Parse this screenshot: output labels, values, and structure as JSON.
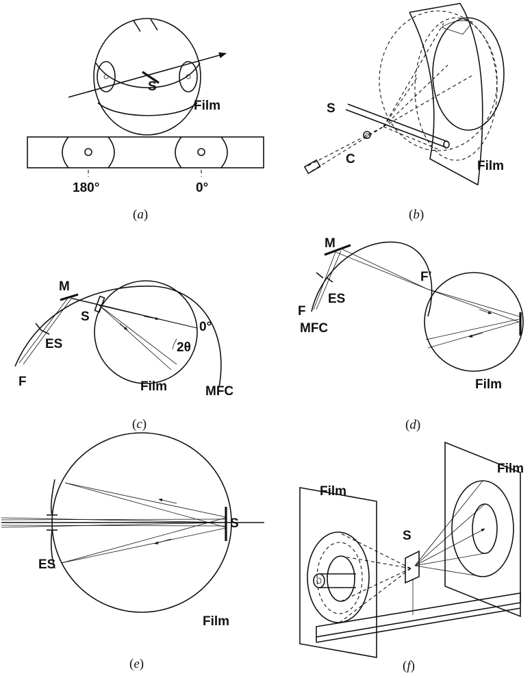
{
  "panels": {
    "a": {
      "caption_open": "(",
      "caption_letter": "a",
      "caption_close": ")",
      "film": "Film",
      "specimen": "S",
      "angle_left": "180°",
      "angle_right": "0°"
    },
    "b": {
      "caption_open": "(",
      "caption_letter": "b",
      "caption_close": ")",
      "film": "Film",
      "specimen": "S",
      "collimator": "C"
    },
    "c": {
      "caption_open": "(",
      "caption_letter": "c",
      "caption_close": ")",
      "film": "Film",
      "specimen": "S",
      "monochromator": "M",
      "entrance_slit": "ES",
      "focus": "F",
      "angle_zero": "0°",
      "two_theta": "2θ",
      "focusing_circle": "MFC"
    },
    "d": {
      "caption_open": "(",
      "caption_letter": "d",
      "caption_close": ")",
      "film": "Film",
      "monochromator": "M",
      "entrance_slit": "ES",
      "focus": "F",
      "focus_prime": "F′",
      "focusing_circle": "MFC"
    },
    "e": {
      "caption_open": "(",
      "caption_letter": "e",
      "caption_close": ")",
      "film": "Film",
      "specimen": "S",
      "entrance_slit": "ES"
    },
    "f": {
      "caption_open": "(",
      "caption_letter": "f",
      "caption_close": ")",
      "film_left": "Film",
      "film_right": "Film",
      "specimen": "S"
    }
  }
}
